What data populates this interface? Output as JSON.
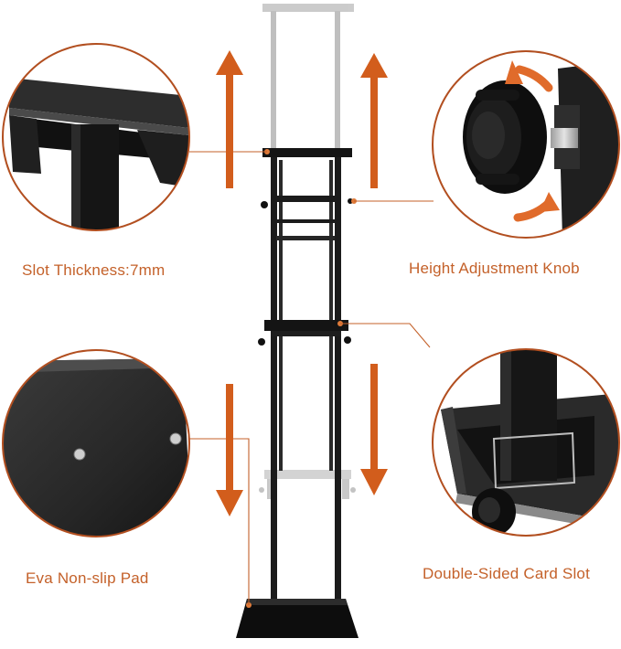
{
  "captions": {
    "slot_thickness": "Slot Thickness:7mm",
    "height_adjustment": "Height Adjustment Knob",
    "non_slip_pad": "Eva Non-slip Pad",
    "card_slot": "Double-Sided Card Slot"
  },
  "colors": {
    "accent": "#c4612a",
    "metal_dark": "#1c1c1c",
    "ghost_metal": "#b9b9b9",
    "background": "#ffffff"
  },
  "icons": {
    "arrows": "double-headed-vertical-arrow",
    "rotation": "circular-rotation-arrows"
  }
}
